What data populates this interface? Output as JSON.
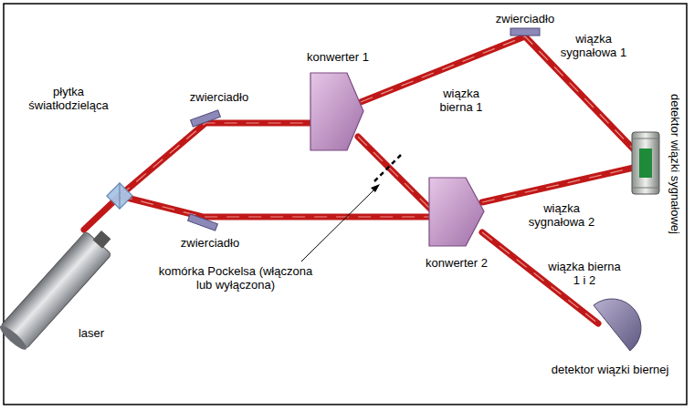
{
  "diagram": {
    "labels": [
      "zwierciadło",
      "wiązka sygnałowa 1",
      "konwerter 1",
      "zwierciadło",
      "płytka światłodzieląca",
      "wiązka bierna 1",
      "detektor wiązki sygnałowej",
      "wiązka sygnałowa 2",
      "zwierciadło",
      "komórka Pockelsa (włączona lub wyłączona)",
      "konwerter 2",
      "wiązka bierna 1 i 2",
      "laser",
      "detektor wiązki biernej"
    ]
  }
}
